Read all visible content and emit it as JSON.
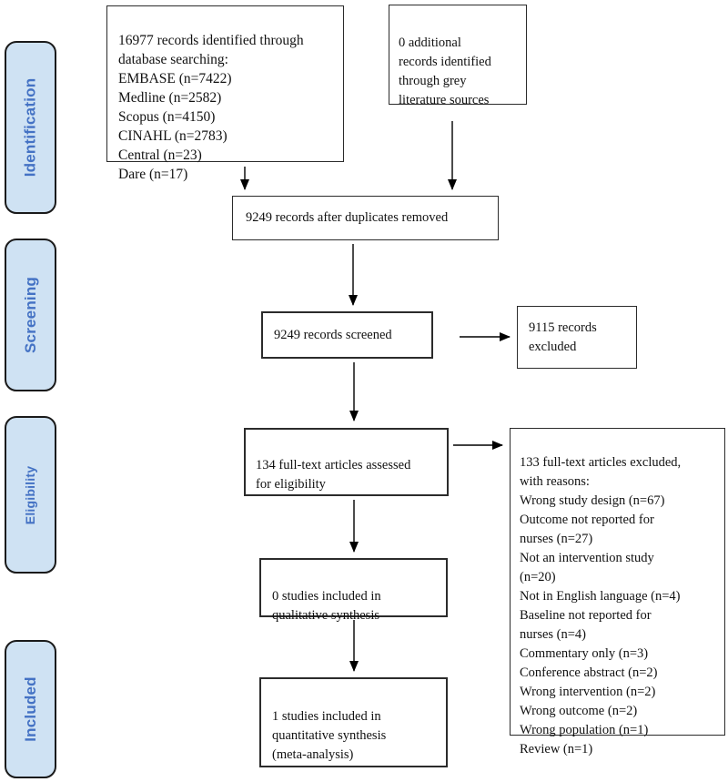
{
  "sidebar": {
    "fill_color": "#cfe2f3",
    "border_color": "#1a1a1a",
    "label_color": "#4472c4",
    "stages": [
      {
        "label": "Identification"
      },
      {
        "label": "Screening"
      },
      {
        "label": "Eligibility"
      },
      {
        "label": "Included"
      }
    ]
  },
  "boxes": {
    "records_identified": {
      "text": "16977 records identified through\ndatabase searching:\nEMBASE (n=7422)\nMedline (n=2582)\nScopus (n=4150)\nCINAHL (n=2783)\nCentral (n=23)\nDare (n=17)"
    },
    "grey_literature": {
      "text": "0 additional\nrecords identified\nthrough grey\nliterature sources"
    },
    "duplicates_removed": {
      "text": "9249 records after duplicates removed"
    },
    "records_screened": {
      "text": "9249 records screened"
    },
    "records_excluded": {
      "text": "9115 records\nexcluded"
    },
    "fulltext_assessed": {
      "text": "134 full-text articles assessed\nfor eligibility"
    },
    "fulltext_excluded": {
      "text": "133 full-text articles excluded,\nwith reasons:\nWrong study design (n=67)\nOutcome not reported for\nnurses (n=27)\nNot an intervention study\n(n=20)\nNot in English language (n=4)\nBaseline not reported for\nnurses (n=4)\nCommentary only (n=3)\nConference abstract (n=2)\nWrong intervention (n=2)\nWrong outcome (n=2)\nWrong population (n=1)\nReview (n=1)"
    },
    "qualitative_synthesis": {
      "text": "0 studies included in\nqualitative synthesis"
    },
    "quantitative_synthesis": {
      "text": "1 studies included in\nquantitative synthesis\n(meta-analysis)"
    }
  }
}
